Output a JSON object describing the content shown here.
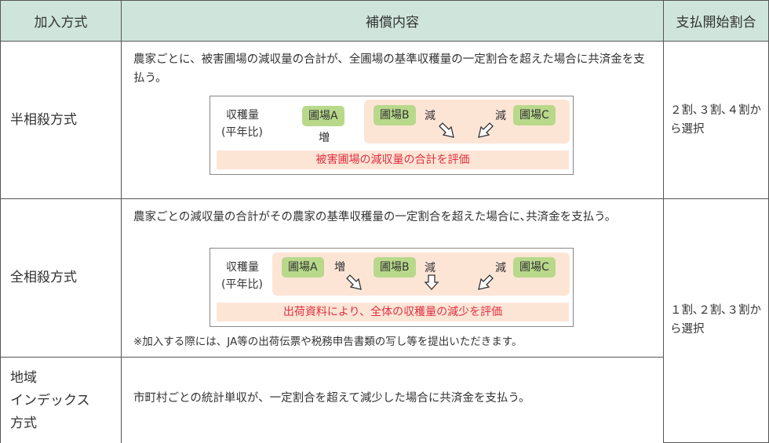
{
  "headers": [
    "加入方式",
    "補償内容",
    "支払開始割合"
  ],
  "rows": [
    {
      "method": "半相殺方式",
      "desc": "農家ごとに、被害圃場の減収量の合計が、全圃場の基準収穫量の一定割合を超えた場合に共済金を支払う。",
      "diagram": {
        "label1": "収穫量",
        "label2": "(平年比)",
        "a": "圃場A",
        "b": "圃場B",
        "c": "圃場C",
        "inc": "増",
        "dec": "減",
        "bar": "被害圃場の減収量の合計を評価"
      },
      "rate": "２割､３割､４割から選択"
    },
    {
      "method": "全相殺方式",
      "desc": "農家ごとの減収量の合計がその農家の基準収穫量の一定割合を超えた場合に､共済金を支払う。",
      "diagram": {
        "label1": "収穫量",
        "label2": "(平年比)",
        "a": "圃場A",
        "b": "圃場B",
        "c": "圃場C",
        "inc": "増",
        "dec": "減",
        "bar": "出荷資料により、全体の収穫量の減少を評価"
      },
      "note": "※加入する際には、JA等の出荷伝票や税務申告書類の写し等を提出いただきます。",
      "rate": "１割､２割､３割から選択"
    },
    {
      "method": "地域インデックス方式",
      "method_lines": [
        "地域",
        "インデックス",
        "方式"
      ],
      "desc": "市町村ごとの統計単収が、一定割合を超えて減少した場合に共済金を支払う。"
    }
  ],
  "colors": {
    "header": "#cfe5dc",
    "pink": "#fde5d6",
    "green": "#b8d98a",
    "red": "#e03040"
  }
}
